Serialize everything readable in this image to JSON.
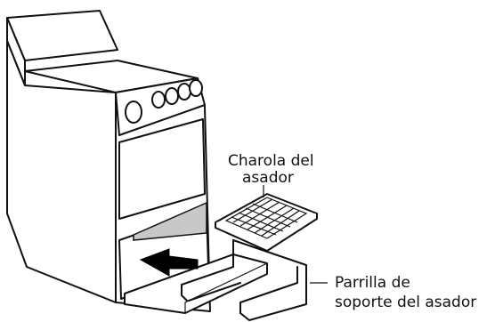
{
  "labels": {
    "pan_line1": "Charola del",
    "pan_line2": "asador",
    "rack_line1": "Parrilla de",
    "rack_line2": "soporte del asador"
  },
  "colors": {
    "ink": "#111111",
    "shade": "#c8c8c8",
    "arrow": "#000000"
  }
}
